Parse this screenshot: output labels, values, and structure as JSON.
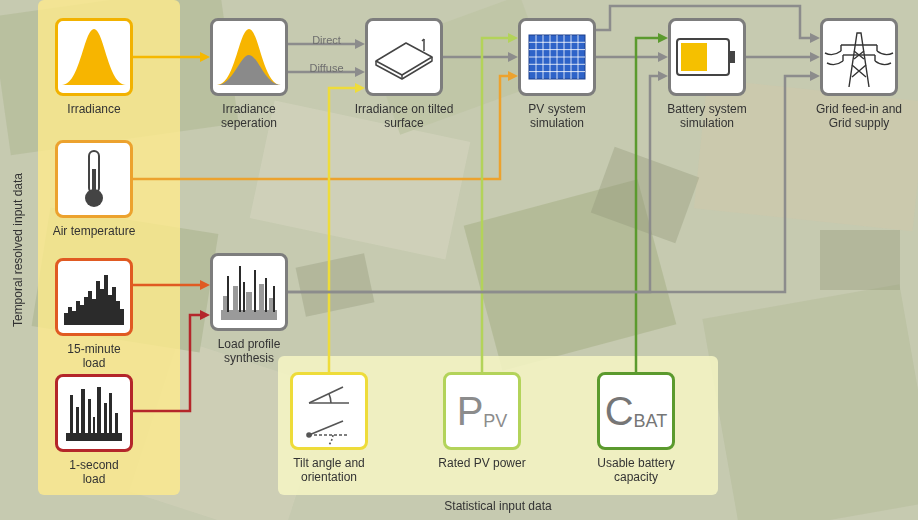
{
  "diagram": {
    "nodes": [
      {
        "text": [
          "Temporal resolved input data"
        ]
      },
      {
        "text": [
          "Irradiance"
        ],
        "in": 0
      },
      {
        "text": [
          "Air temperature"
        ],
        "in": 0
      },
      {
        "text": [
          "15-minute load"
        ],
        "in": 0
      },
      {
        "text": [
          "1-second load"
        ],
        "in": 0
      },
      {
        "text": [
          "Irradiance seperation"
        ]
      },
      {
        "text": [
          "Irradiance on tilted surface"
        ]
      },
      {
        "text": [
          "PV system simulation"
        ]
      },
      {
        "text": [
          "Battery system simulation"
        ]
      },
      {
        "text": [
          "Grid feed-in and Grid supply"
        ]
      },
      {
        "text": [
          "Load profile synthesis"
        ]
      },
      {
        "text": [
          "Statistical input data"
        ]
      },
      {
        "text": [
          "Tilt angle and orientation"
        ],
        "in": 11
      },
      {
        "text": [
          "P",
          "PV",
          "Rated PV power"
        ],
        "in": 11
      },
      {
        "text": [
          "C",
          "BAT",
          "Usable battery capacity"
        ],
        "in": 11
      }
    ],
    "edges": [
      {
        "from": 1,
        "to": 5,
        "arrow": "to"
      },
      {
        "from": 5,
        "to": 6,
        "label": "Direct",
        "arrow": "to"
      },
      {
        "from": 5,
        "to": 6,
        "label": "Diffuse",
        "arrow": "to"
      },
      {
        "from": 6,
        "to": 7,
        "arrow": "to"
      },
      {
        "from": 2,
        "to": 7,
        "arrow": "to"
      },
      {
        "from": 12,
        "to": 6,
        "arrow": "to"
      },
      {
        "from": 13,
        "to": 7,
        "arrow": "to"
      },
      {
        "from": 7,
        "to": 8,
        "arrow": "to"
      },
      {
        "from": 14,
        "to": 8,
        "arrow": "to"
      },
      {
        "from": 7,
        "to": 9,
        "arrow": "to"
      },
      {
        "from": 8,
        "to": 9,
        "arrow": "to"
      },
      {
        "from": 3,
        "to": 10,
        "arrow": "to"
      },
      {
        "from": 4,
        "to": 10,
        "arrow": "to"
      },
      {
        "from": 10,
        "to": 8,
        "arrow": "to"
      },
      {
        "from": 10,
        "to": 9,
        "arrow": "to"
      }
    ]
  }
}
